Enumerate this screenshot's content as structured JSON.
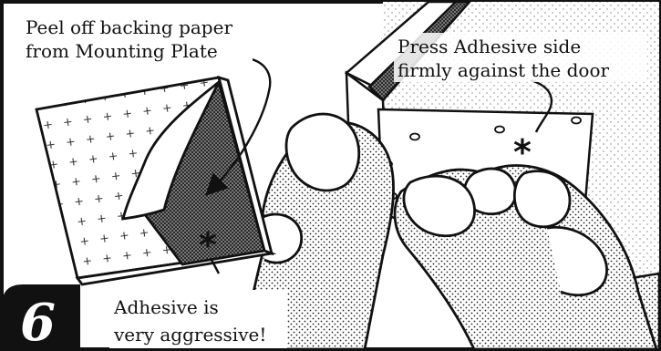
{
  "step": {
    "number": "6"
  },
  "labels": {
    "peel_line1": "Peel off backing paper",
    "peel_line2": "from Mounting Plate",
    "press_line1": "Press Adhesive side",
    "press_line2": "firmly against the door",
    "adhesive_line1": "Adhesive is",
    "adhesive_line2": "very aggressive!"
  },
  "markers": {
    "asterisk": "*"
  },
  "colors": {
    "ink": "#111111",
    "paper": "#ffffff"
  }
}
